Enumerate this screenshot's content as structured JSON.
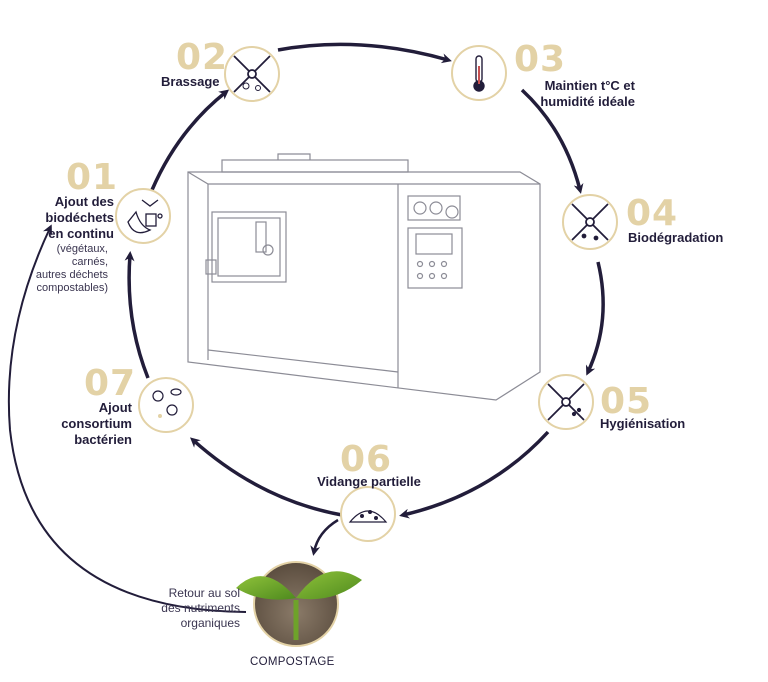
{
  "colors": {
    "accent_gold": "#e3d2a6",
    "dark_navy": "#221d3a",
    "line_gray": "#9a9aa6"
  },
  "steps": [
    {
      "number": "01",
      "label_lines": [
        "Ajout des",
        "biodéchets",
        "en continu"
      ],
      "note_lines": [
        "(végétaux,",
        "carnés,",
        "autres déchets",
        "compostables)"
      ],
      "icon": "food-waste-icon"
    },
    {
      "number": "02",
      "label": "Brassage",
      "icon": "mixing-blades-icon"
    },
    {
      "number": "03",
      "label_lines": [
        "Maintien t°C et",
        "humidité idéale"
      ],
      "icon": "thermometer-icon"
    },
    {
      "number": "04",
      "label": "Biodégradation",
      "icon": "degradation-blades-icon"
    },
    {
      "number": "05",
      "label": "Hygiénisation",
      "icon": "hygienisation-blades-icon"
    },
    {
      "number": "06",
      "label": "Vidange partielle",
      "icon": "compost-pile-icon"
    },
    {
      "number": "07",
      "label_lines": [
        "Ajout",
        "consortium",
        "bactérien"
      ],
      "icon": "bacteria-icon"
    }
  ],
  "return_note_lines": [
    "Retour au sol",
    "des nutriments",
    "organiques"
  ],
  "compost_label": "COMPOSTAGE"
}
